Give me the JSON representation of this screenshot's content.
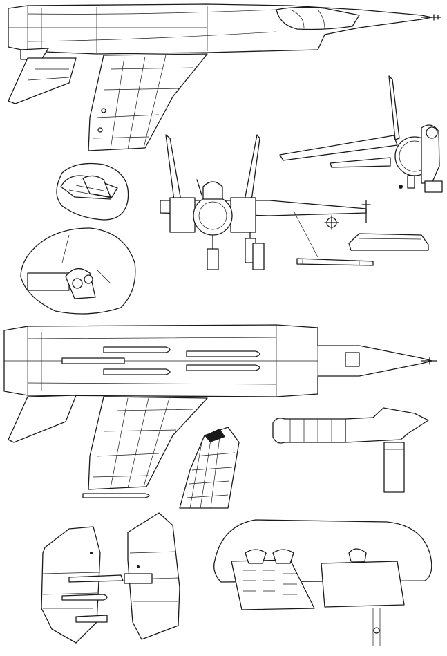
{
  "sheet": {
    "line_color": "#1a1a1a",
    "paper_color": "#ffffff"
  },
  "views": [
    {
      "id": "top-view-upper-fuselage"
    },
    {
      "id": "front-view"
    },
    {
      "id": "rear-three-quarter-view"
    },
    {
      "id": "underside-plan-view"
    },
    {
      "id": "detail-inset-intake-ramp"
    },
    {
      "id": "detail-inset-landing-gear"
    },
    {
      "id": "detail-missile-pylon"
    },
    {
      "id": "detail-wing-rib-structure"
    },
    {
      "id": "detail-flap-panels"
    },
    {
      "id": "detail-avionics-bay"
    }
  ]
}
